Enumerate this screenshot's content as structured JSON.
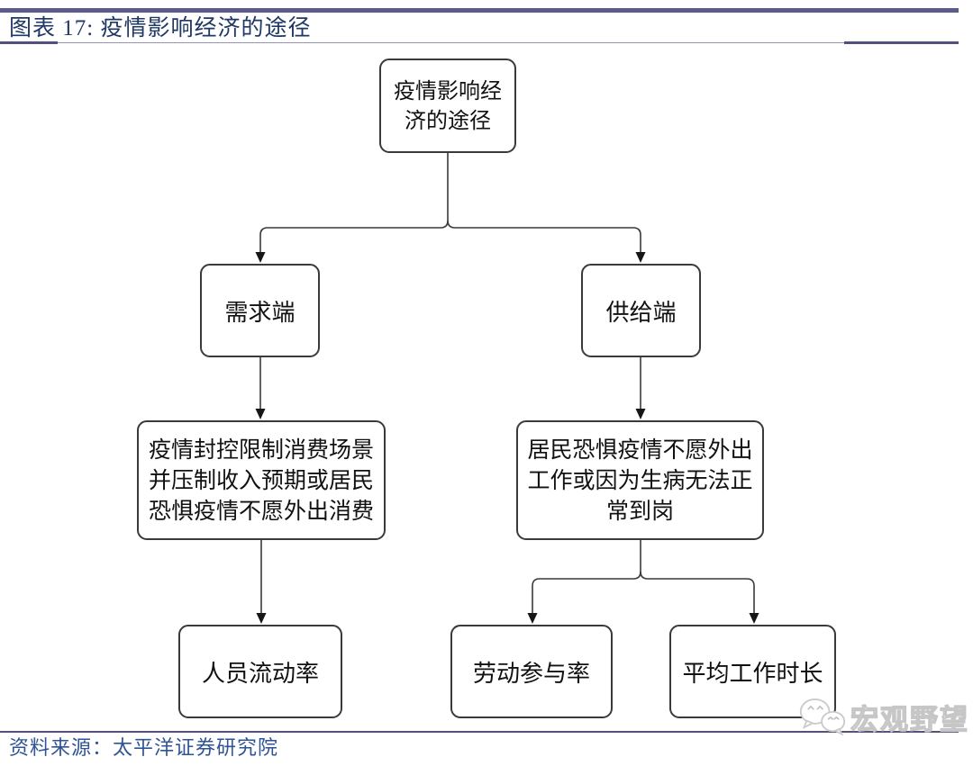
{
  "header": {
    "title": "图表 17:  疫情影响经济的途径"
  },
  "flowchart": {
    "root": "疫情影响经\n济的途径",
    "demand": "需求端",
    "supply": "供给端",
    "demand_detail": "疫情封控限制消费场景\n并压制收入预期或居民\n恐惧疫情不愿外出消费",
    "supply_detail": "居民恐惧疫情不愿外出\n工作或因为生病无法正\n常到岗",
    "mobility": "人员流动率",
    "participation": "劳动参与率",
    "hours": "平均工作时长"
  },
  "footer": {
    "source": "资料来源：太平洋证券研究院"
  },
  "watermark": {
    "text": "宏观野望",
    "icon": "wechat-icon"
  },
  "colors": {
    "title_text": "#1f3864",
    "source_text": "#2f5496",
    "top_rule": "#5b5b8c",
    "title_rule": "#9393b2",
    "bottom_rule": "#52527b",
    "node_border": "#3a3a3a",
    "connector": "#3a3a3a",
    "watermark": "#c6c6c6"
  }
}
